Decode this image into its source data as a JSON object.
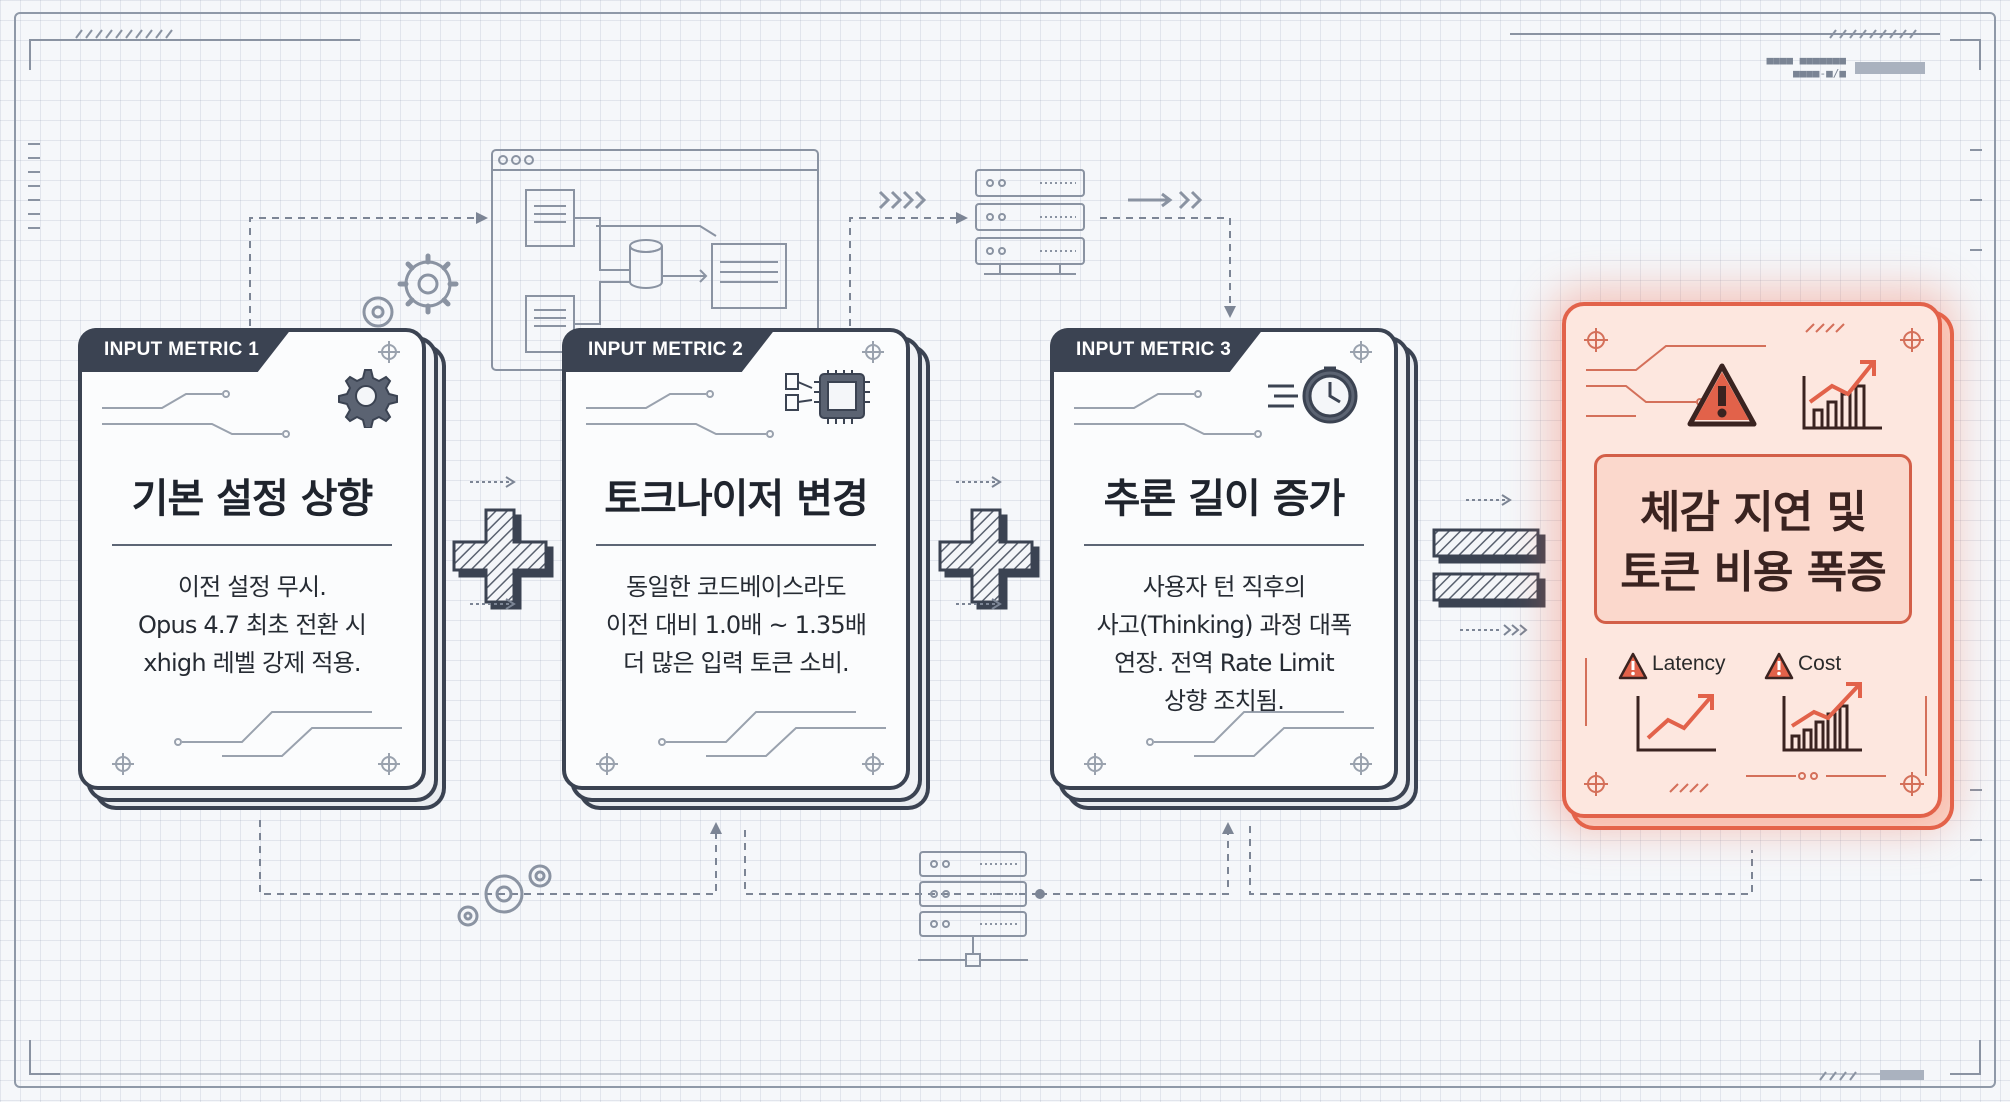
{
  "cards": [
    {
      "tab": "INPUT METRIC 1",
      "title": "기본 설정 상향",
      "body": [
        "이전 설정 무시.",
        "Opus 4.7 최초 전환 시",
        "xhigh 레벨 강제 적용."
      ],
      "icon": "gear-icon"
    },
    {
      "tab": "INPUT METRIC 2",
      "title": "토크나이저 변경",
      "body": [
        "동일한 코드베이스라도",
        "이전 대비 1.0배 ~ 1.35배",
        "더 많은 입력 토큰 소비."
      ],
      "icon": "chip-icon"
    },
    {
      "tab": "INPUT METRIC 3",
      "title": "추론 길이 증가",
      "body": [
        "사용자 턴 직후의",
        "사고(Thinking) 과정 대폭",
        "연장. 전역 Rate Limit",
        "상향 조치됨."
      ],
      "icon": "clock-icon"
    }
  ],
  "operators": [
    "plus",
    "plus",
    "equals"
  ],
  "result": {
    "title": [
      "체감 지연 및",
      "토큰 비용 폭증"
    ],
    "metrics": [
      {
        "label": "Latency",
        "icon": "warning-icon"
      },
      {
        "label": "Cost",
        "icon": "warning-icon"
      }
    ],
    "icons": [
      "warning-icon",
      "rising-chart-icon"
    ]
  },
  "colors": {
    "ink": "#3b4352",
    "accent": "#e2624a",
    "accent_fill": "#fde7df",
    "background": "#f5f7fa"
  }
}
